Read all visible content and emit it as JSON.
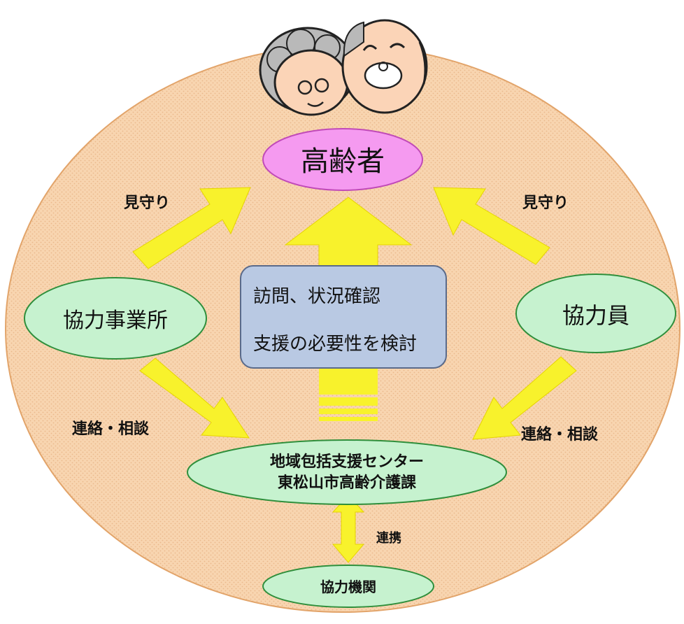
{
  "diagram": {
    "center_node": "高齢者",
    "left_node": "協力事業所",
    "right_node": "協力員",
    "hub_node_line1": "地域包括支援センター",
    "hub_node_line2": "東松山市高齢介護課",
    "bottom_node": "協力機関",
    "center_box_line1": "訪問、状況確認",
    "center_box_line2": "支援の必要性を検討",
    "edge_left_watch": "見守り",
    "edge_right_watch": "見守り",
    "edge_left_contact": "連絡・相談",
    "edge_right_contact": "連絡・相談",
    "edge_link": "連携"
  },
  "colors": {
    "background_ellipse": "#f8d5b0",
    "ellipse_border": "#e2a46a",
    "arrow_yellow": "#f8f22c",
    "node_green": "#c6f2cf",
    "node_green_border": "#2f8f3c",
    "elder_node": "#f59af0",
    "elder_node_border": "#c04ab8",
    "center_box": "#b9c9e3",
    "center_box_border": "#5a6a8a"
  },
  "icons": {
    "top_illustration": "elderly-couple-icon"
  }
}
